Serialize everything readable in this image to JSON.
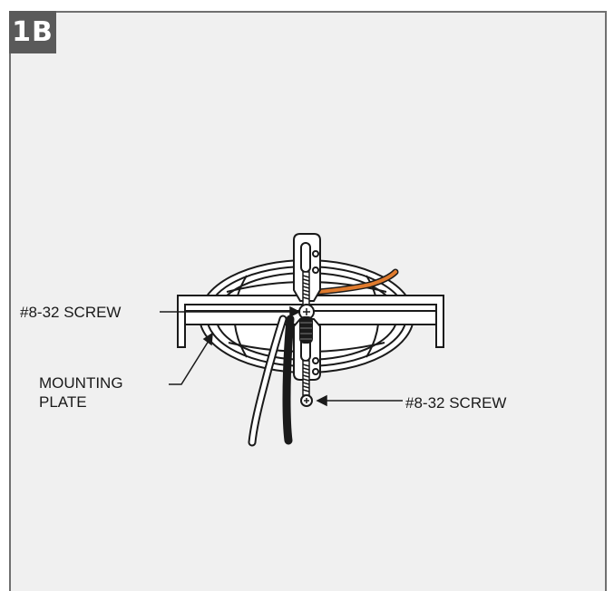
{
  "step": {
    "label": "1B"
  },
  "callouts": {
    "screw_upper": "#8-32 SCREW",
    "screw_lower": "#8-32 SCREW",
    "mounting_plate_line1": "MOUNTING",
    "mounting_plate_line2": "PLATE"
  },
  "colors": {
    "panel_background": "#f0f0f0",
    "badge_background": "#5a5a5a",
    "outline": "#1a1a1a",
    "orange_wire": "#e07b2e",
    "black_wire": "#1a1a1a"
  }
}
